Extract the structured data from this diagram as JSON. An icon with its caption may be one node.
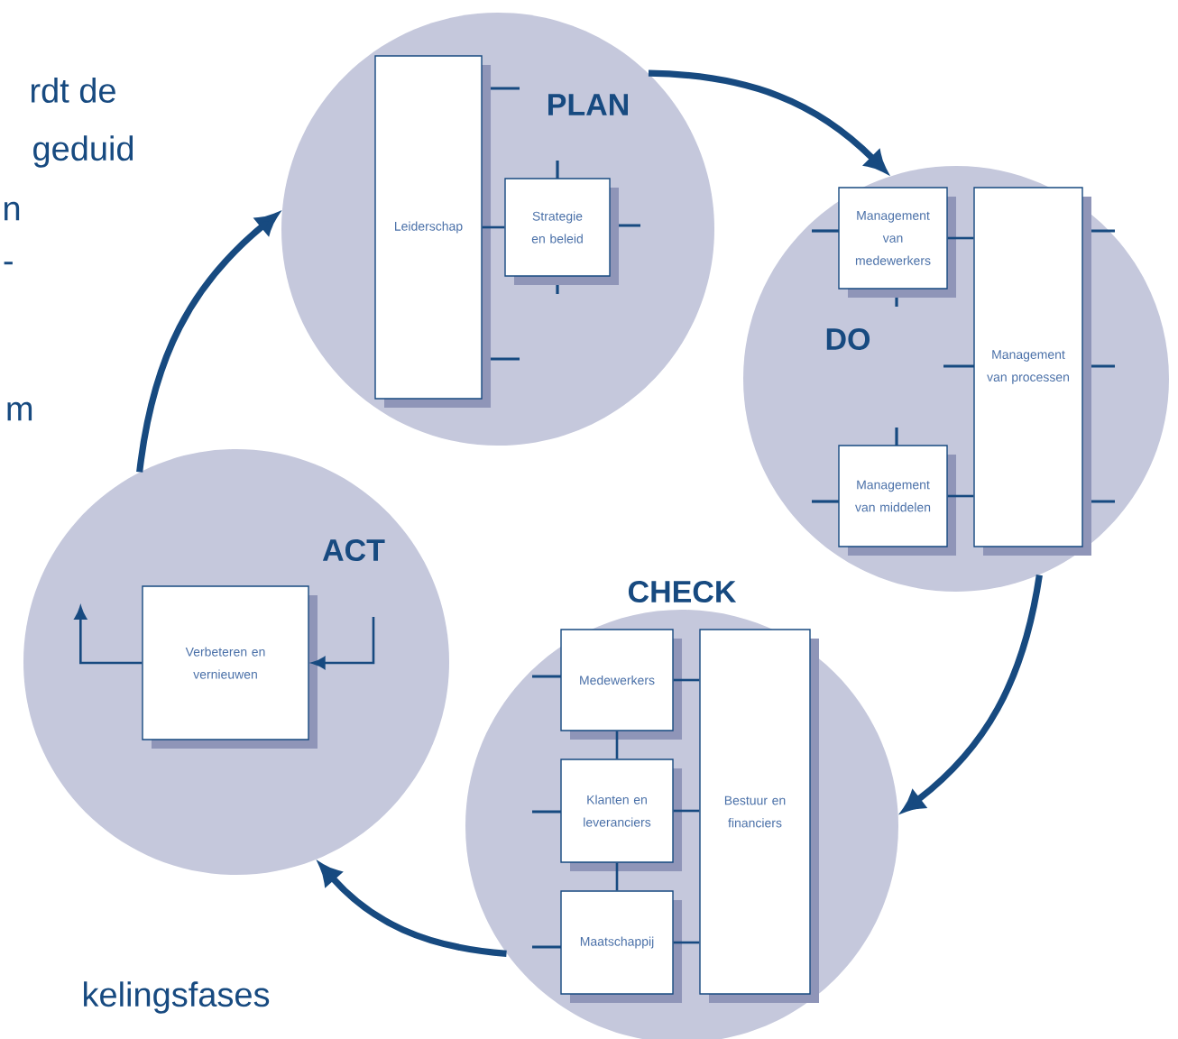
{
  "diagram": {
    "nodes": [
      {
        "text": [
          "PLAN"
        ]
      },
      {
        "text": [
          "Leiderschap"
        ],
        "in": 0
      },
      {
        "text": [
          "Strategie en beleid"
        ],
        "in": 0
      },
      {
        "text": [
          "DO"
        ]
      },
      {
        "text": [
          "Management van medewerkers"
        ],
        "in": 3
      },
      {
        "text": [
          "Management van processen"
        ],
        "in": 3
      },
      {
        "text": [
          "Management van middelen"
        ],
        "in": 3
      },
      {
        "text": [
          "CHECK"
        ]
      },
      {
        "text": [
          "Medewerkers"
        ],
        "in": 7
      },
      {
        "text": [
          "Klanten en leveranciers"
        ],
        "in": 7
      },
      {
        "text": [
          "Maatschappij"
        ],
        "in": 7
      },
      {
        "text": [
          "Bestuur en financiers"
        ],
        "in": 7
      },
      {
        "text": [
          "ACT"
        ]
      },
      {
        "text": [
          "Verbeteren en vernieuwen"
        ],
        "in": 12
      }
    ],
    "edges": [
      {
        "from": 0,
        "to": 3,
        "arrow": "to",
        "style": "thick"
      },
      {
        "from": 3,
        "to": 7,
        "arrow": "to",
        "style": "thick"
      },
      {
        "from": 7,
        "to": 12,
        "arrow": "to",
        "style": "thick"
      },
      {
        "from": 12,
        "to": 0,
        "arrow": "to",
        "style": "thick"
      },
      {
        "from": 2,
        "to": 1,
        "arrow": "none"
      },
      {
        "from": 4,
        "to": 5,
        "arrow": "none"
      },
      {
        "from": 6,
        "to": 5,
        "arrow": "none"
      },
      {
        "from": 8,
        "to": 9,
        "arrow": "none"
      },
      {
        "from": 9,
        "to": 10,
        "arrow": "none"
      },
      {
        "from": 8,
        "to": 11,
        "arrow": "none"
      },
      {
        "from": 9,
        "to": 11,
        "arrow": "none"
      },
      {
        "from": 10,
        "to": 11,
        "arrow": "none"
      },
      {
        "from": 13,
        "to": null,
        "arrow": "to"
      },
      {
        "from": null,
        "to": 13,
        "arrow": "to"
      }
    ],
    "labels": [
      "rdt de",
      "geduid",
      "n",
      "-",
      "m",
      "kelingsfases"
    ]
  }
}
